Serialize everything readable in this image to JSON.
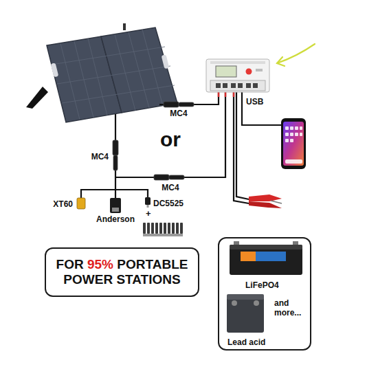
{
  "diagram": {
    "nodes": [
      {
        "text": [
          "FOR",
          "95%",
          "PORTABLE",
          "POWER STATIONS"
        ]
      },
      {
        "text": [
          "LiFePO4",
          "and more...",
          "Lead acid"
        ]
      }
    ],
    "labels": [
      "USB",
      "MC4",
      "or",
      "MC4",
      "MC4",
      "XT60",
      "DC5525",
      "+",
      "Anderson"
    ]
  }
}
